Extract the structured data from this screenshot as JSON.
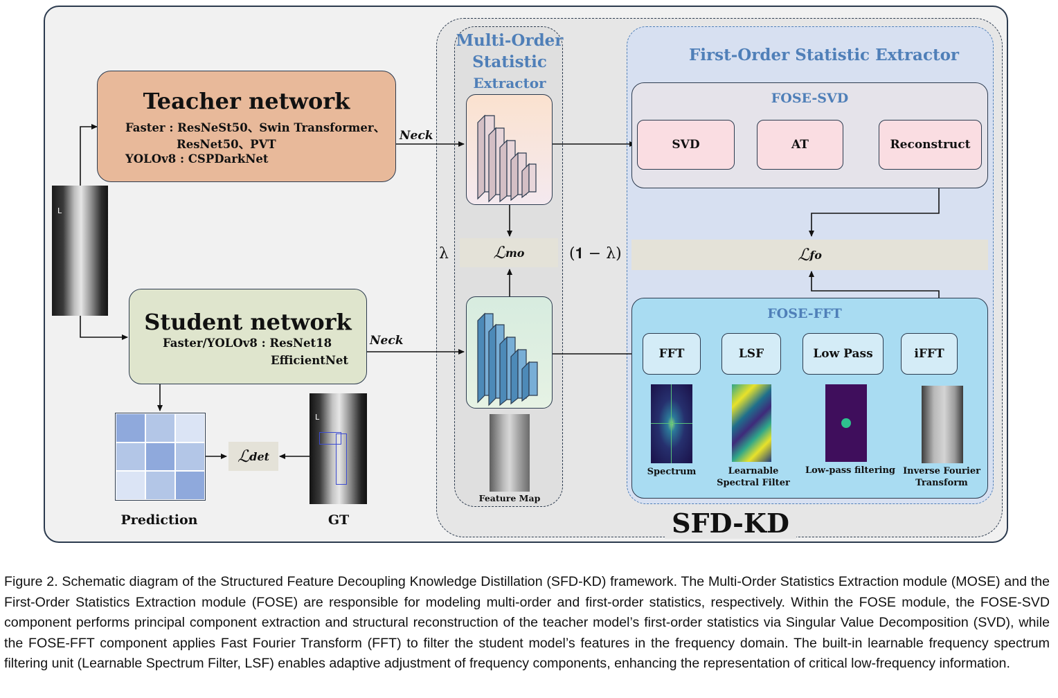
{
  "teacher": {
    "title": "Teacher network",
    "line1": "Faster : ResNeSt50、Swin Transformer、",
    "line2": "ResNet50、PVT",
    "line3": "YOLOv8 : CSPDarkNet"
  },
  "student": {
    "title": "Student network",
    "line1": "Faster/YOLOv8 : ResNet18",
    "line2": "EfficientNet"
  },
  "neck_label": "Neck",
  "mose": {
    "title_line1": "Multi-Order",
    "title_line2": "Statistic",
    "title_line3": "Extractor",
    "loss_symbol": "ℒ",
    "loss_sub": "mo",
    "lambda": "λ",
    "one_minus_lambda": "(𝟏 − λ)",
    "feature_map_label": "Feature Map"
  },
  "fose": {
    "title": "First-Order Statistic Extractor",
    "svd": {
      "title": "FOSE-SVD",
      "steps": [
        "SVD",
        "AT",
        "Reconstruct"
      ]
    },
    "loss_symbol": "ℒ",
    "loss_sub": "fo",
    "fft": {
      "title": "FOSE-FFT",
      "steps": [
        "FFT",
        "LSF",
        "Low Pass",
        "iFFT"
      ],
      "captions": [
        "Spectrum",
        "Learnable Spectral Filter",
        "Low-pass filtering",
        "Inverse Fourier Transform"
      ]
    }
  },
  "det": {
    "loss_symbol": "ℒ",
    "loss_sub": "det",
    "prediction_label": "Prediction",
    "gt_label": "GT",
    "grid_colors": [
      "#8fa9dc",
      "#b3c6e7",
      "#dbe4f5",
      "#b3c6e7",
      "#8fa9dc",
      "#b3c6e7",
      "#dbe4f5",
      "#b3c6e7",
      "#8fa9dc"
    ]
  },
  "framework_label": "SFD-KD",
  "caption": "Figure 2. Schematic diagram of the Structured Feature Decoupling Knowledge Distillation (SFD-KD) framework. The Multi-Order Statistics Extraction module (MOSE) and the First-Order Statistics Extraction module (FOSE) are responsible for modeling multi-order and first-order statistics, respectively. Within the FOSE module, the FOSE-SVD component performs principal component extraction and structural reconstruction of the teacher model’s first-order statistics via Singular Value Decomposition (SVD), while the FOSE-FFT component applies Fast Fourier Transform (FFT) to filter the student model’s features in the frequency domain. The built-in learnable frequency spectrum filtering unit (Learnable Spectrum Filter, LSF) enables adaptive adjustment of frequency components, enhancing the representation of critical low-frequency information.",
  "colors": {
    "teacher_fill": "#e8b99a",
    "student_fill": "#dfe5cd",
    "svd_step_fill": "#fadde2",
    "fft_panel_fill": "#a9dcf2",
    "loss_bar_fill": "#e4e2d8"
  }
}
